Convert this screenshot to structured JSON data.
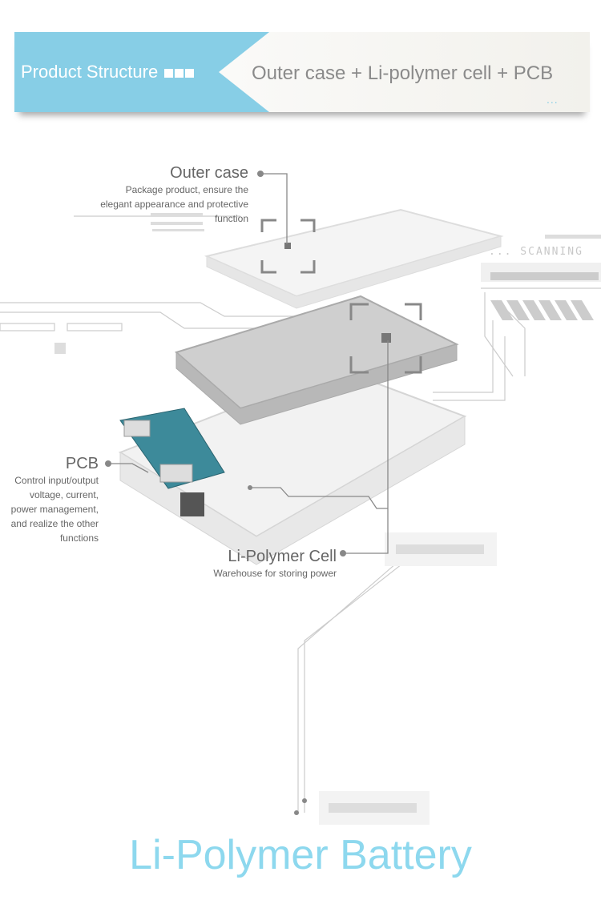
{
  "banner": {
    "title": "Product Structure",
    "subtitle": "Outer case + Li-polymer cell + PCB",
    "dots": "...",
    "accent": "#87cee6"
  },
  "labels": {
    "outer_case": {
      "title": "Outer case",
      "desc_lines": [
        "Package product, ensure the",
        "elegant appearance and protective",
        "function"
      ]
    },
    "pcb": {
      "title": "PCB",
      "desc_lines": [
        "Control input/output",
        "voltage, current,",
        "power management,",
        "and realize the other",
        "functions"
      ]
    },
    "cell": {
      "title": "Li-Polymer Cell",
      "desc_lines": [
        "Warehouse for storing power"
      ]
    }
  },
  "hud": {
    "scanning": "... SCANNING"
  },
  "footer": {
    "title": "Li-Polymer Battery",
    "color": "#8dd8ee"
  }
}
